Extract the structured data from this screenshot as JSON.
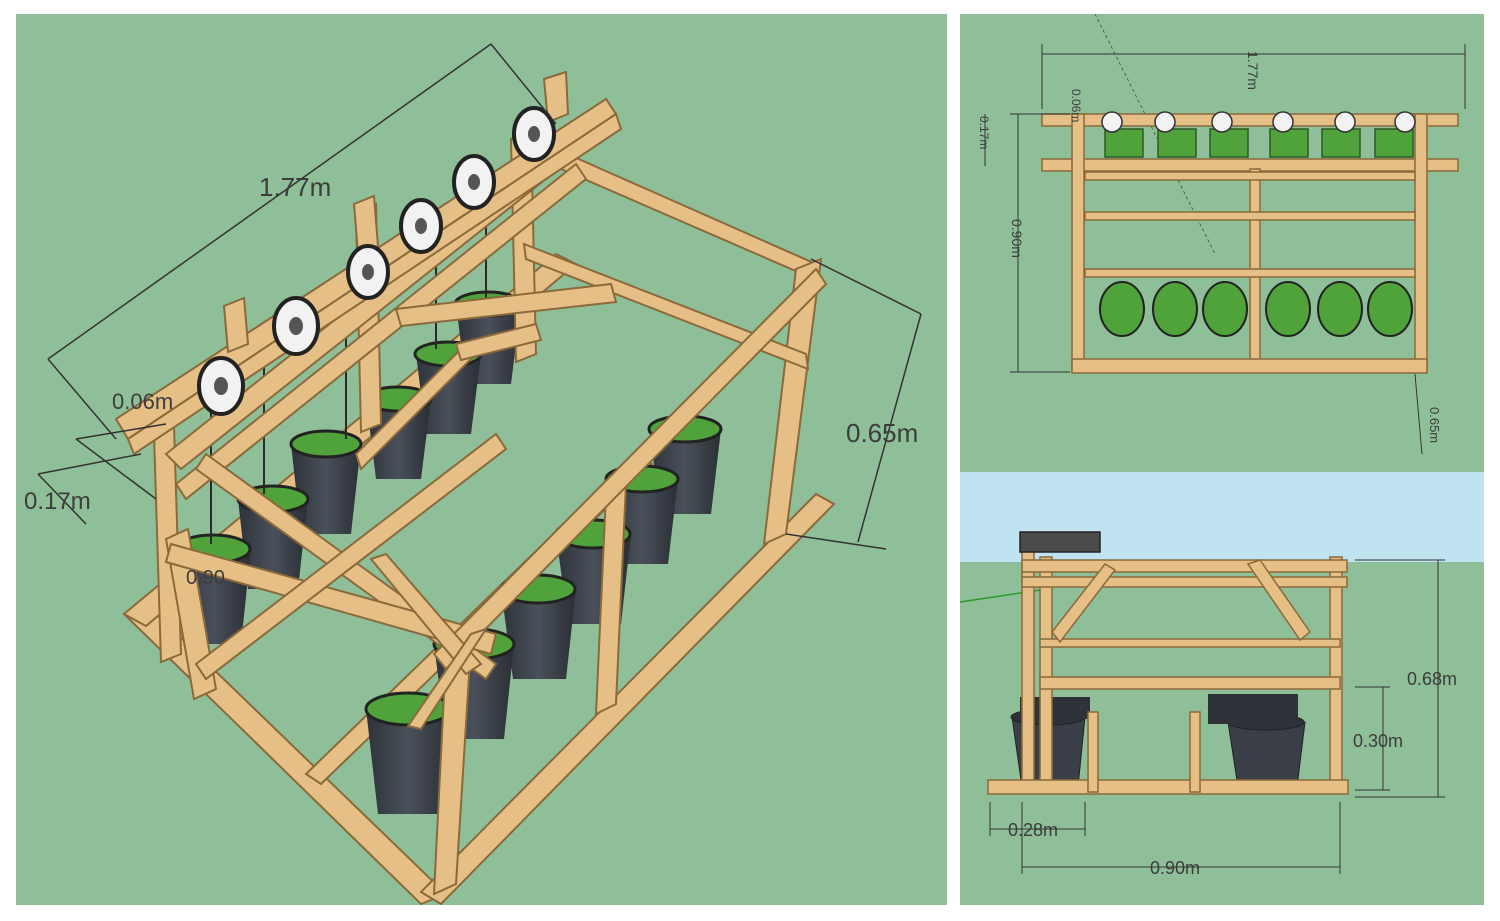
{
  "iso_view": {
    "dim_length": "1.77m",
    "dim_width": "0.65m",
    "dim_beam": "0.17m",
    "dim_pulley": "0.06m",
    "dim_height": "0.90"
  },
  "front_view": {
    "dim_length": "1.77m",
    "dim_height": "0.90m",
    "dim_offset": "0.06m",
    "dim_beam": "0.17m",
    "dim_width": "0.65m"
  },
  "side_view": {
    "dim_total_height": "0.68m",
    "dim_bucket_height": "0.30m",
    "dim_inner": "0.28m",
    "dim_base": "0.90m"
  },
  "colors": {
    "background": "#8fbf98",
    "wood": "#e6bf86",
    "wood_edge": "#8a6a3a",
    "bucket": "#3a3f47",
    "plant": "#4fa33a",
    "sky": "#bfe3f0"
  }
}
